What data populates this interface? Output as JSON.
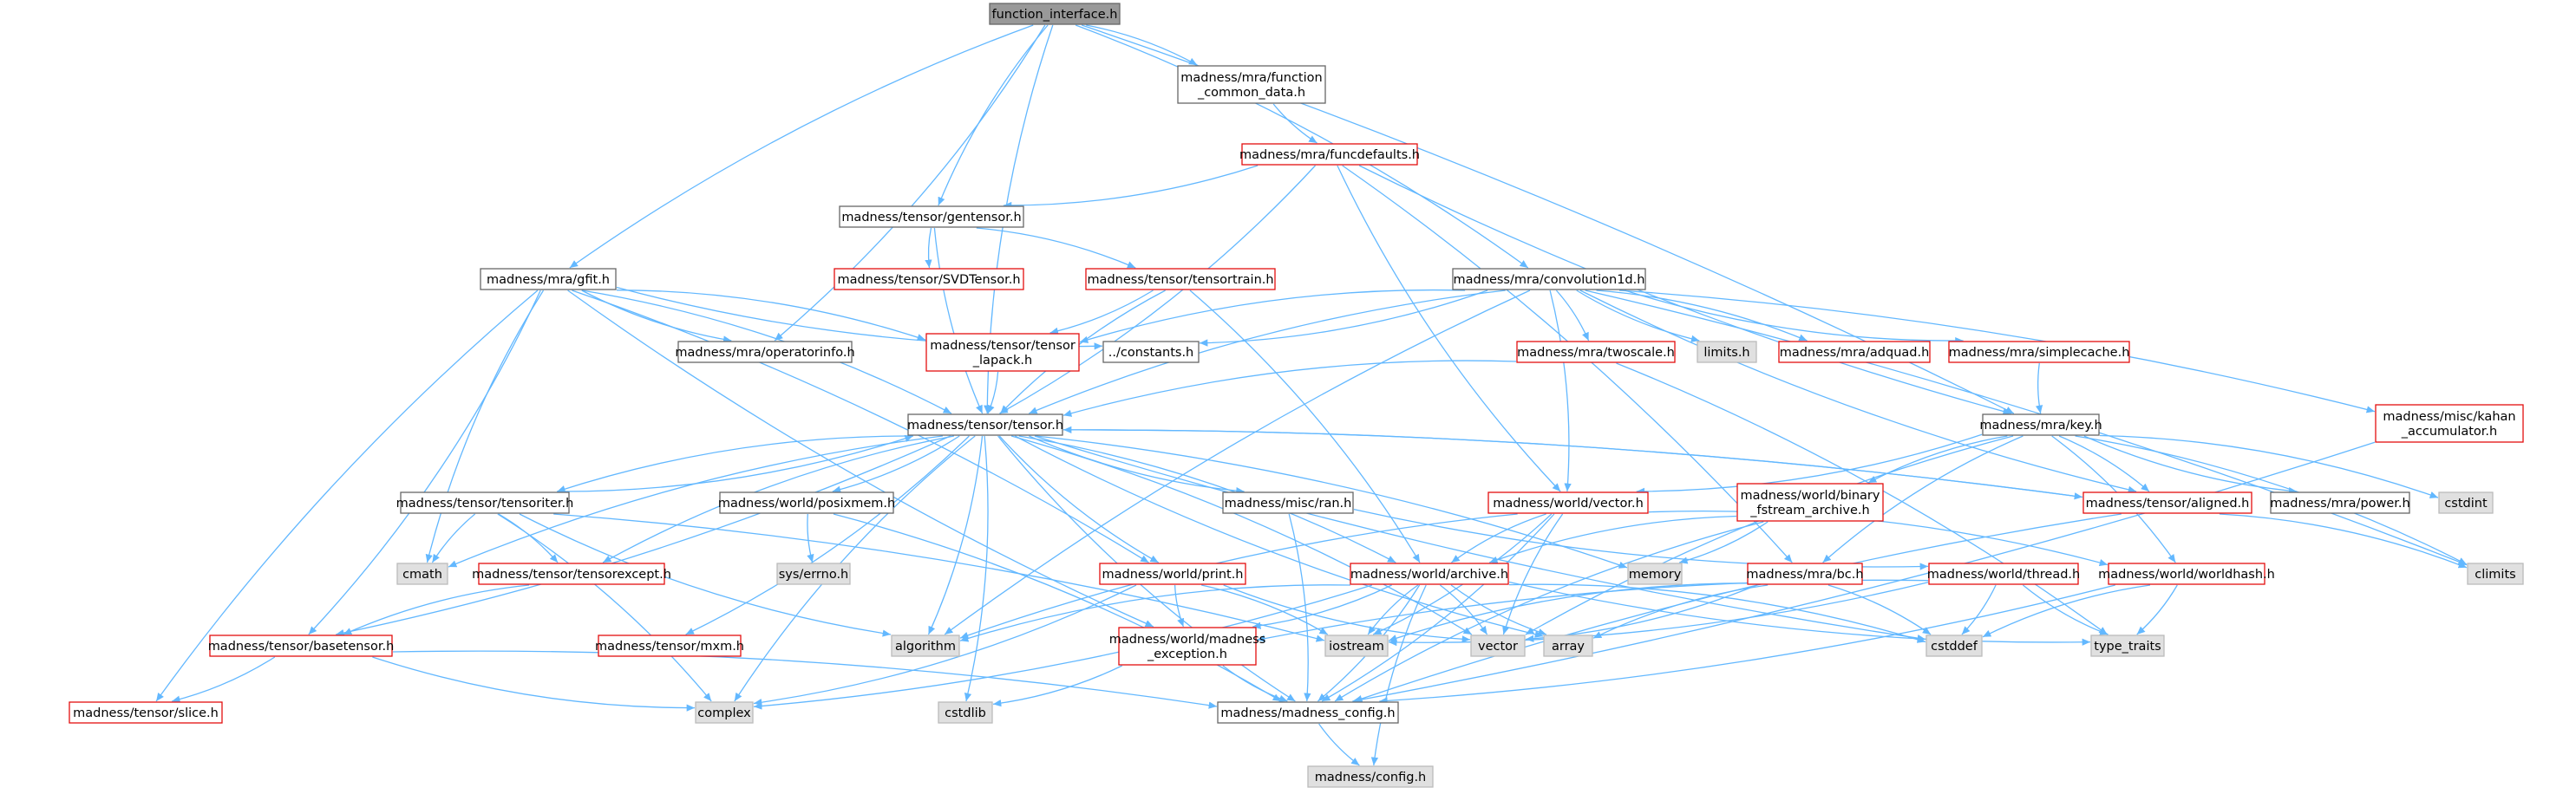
{
  "graph": {
    "colors": {
      "edge": "#63b8ff",
      "root_fill": "#999999",
      "doc_border": "#666666",
      "undoc_border": "#e30f0f",
      "system_fill": "#e0e0e0",
      "system_border": "#bbbbbb",
      "normal_fill": "#ffffff"
    },
    "nodes": [
      {
        "id": "root",
        "lines": [
          "function_interface.h"
        ],
        "kind": "root"
      },
      {
        "id": "fcd",
        "lines": [
          "madness/mra/function",
          "_common_data.h"
        ],
        "kind": "doc"
      },
      {
        "id": "funcdefaults",
        "lines": [
          "madness/mra/funcdefaults.h"
        ],
        "kind": "undoc"
      },
      {
        "id": "gentensor",
        "lines": [
          "madness/tensor/gentensor.h"
        ],
        "kind": "doc"
      },
      {
        "id": "svdtensor",
        "lines": [
          "madness/tensor/SVDTensor.h"
        ],
        "kind": "undoc"
      },
      {
        "id": "tensortrain",
        "lines": [
          "madness/tensor/tensortrain.h"
        ],
        "kind": "undoc"
      },
      {
        "id": "conv1d",
        "lines": [
          "madness/mra/convolution1d.h"
        ],
        "kind": "doc"
      },
      {
        "id": "gfit",
        "lines": [
          "madness/mra/gfit.h"
        ],
        "kind": "doc"
      },
      {
        "id": "operatorinfo",
        "lines": [
          "madness/mra/operatorinfo.h"
        ],
        "kind": "doc"
      },
      {
        "id": "lapack",
        "lines": [
          "madness/tensor/tensor",
          "_lapack.h"
        ],
        "kind": "undoc"
      },
      {
        "id": "constants",
        "lines": [
          "../constants.h"
        ],
        "kind": "doc"
      },
      {
        "id": "twoscale",
        "lines": [
          "madness/mra/twoscale.h"
        ],
        "kind": "undoc"
      },
      {
        "id": "limits",
        "lines": [
          "limits.h"
        ],
        "kind": "system"
      },
      {
        "id": "adquad",
        "lines": [
          "madness/mra/adquad.h"
        ],
        "kind": "undoc"
      },
      {
        "id": "simplecache",
        "lines": [
          "madness/mra/simplecache.h"
        ],
        "kind": "undoc"
      },
      {
        "id": "kahan",
        "lines": [
          "madness/misc/kahan",
          "_accumulator.h"
        ],
        "kind": "undoc"
      },
      {
        "id": "tensor",
        "lines": [
          "madness/tensor/tensor.h"
        ],
        "kind": "doc"
      },
      {
        "id": "key",
        "lines": [
          "madness/mra/key.h"
        ],
        "kind": "doc"
      },
      {
        "id": "tensoriter",
        "lines": [
          "madness/tensor/tensoriter.h"
        ],
        "kind": "doc"
      },
      {
        "id": "posixmem",
        "lines": [
          "madness/world/posixmem.h"
        ],
        "kind": "doc"
      },
      {
        "id": "ran",
        "lines": [
          "madness/misc/ran.h"
        ],
        "kind": "doc"
      },
      {
        "id": "wvector",
        "lines": [
          "madness/world/vector.h"
        ],
        "kind": "undoc"
      },
      {
        "id": "binary",
        "lines": [
          "madness/world/binary",
          "_fstream_archive.h"
        ],
        "kind": "undoc"
      },
      {
        "id": "aligned",
        "lines": [
          "madness/tensor/aligned.h"
        ],
        "kind": "undoc"
      },
      {
        "id": "power",
        "lines": [
          "madness/mra/power.h"
        ],
        "kind": "doc"
      },
      {
        "id": "cstdint",
        "lines": [
          "cstdint"
        ],
        "kind": "system"
      },
      {
        "id": "climits",
        "lines": [
          "climits"
        ],
        "kind": "system"
      },
      {
        "id": "cmath",
        "lines": [
          "cmath"
        ],
        "kind": "system"
      },
      {
        "id": "tensorexcept",
        "lines": [
          "madness/tensor/tensorexcept.h"
        ],
        "kind": "undoc"
      },
      {
        "id": "errno",
        "lines": [
          "sys/errno.h"
        ],
        "kind": "system"
      },
      {
        "id": "print",
        "lines": [
          "madness/world/print.h"
        ],
        "kind": "undoc"
      },
      {
        "id": "archive",
        "lines": [
          "madness/world/archive.h"
        ],
        "kind": "undoc"
      },
      {
        "id": "memory",
        "lines": [
          "memory"
        ],
        "kind": "system"
      },
      {
        "id": "bc",
        "lines": [
          "madness/mra/bc.h"
        ],
        "kind": "undoc"
      },
      {
        "id": "thread",
        "lines": [
          "madness/world/thread.h"
        ],
        "kind": "undoc"
      },
      {
        "id": "worldhash",
        "lines": [
          "madness/world/worldhash.h"
        ],
        "kind": "undoc"
      },
      {
        "id": "basetensor",
        "lines": [
          "madness/tensor/basetensor.h"
        ],
        "kind": "undoc"
      },
      {
        "id": "algorithm",
        "lines": [
          "algorithm"
        ],
        "kind": "system"
      },
      {
        "id": "mxm",
        "lines": [
          "madness/tensor/mxm.h"
        ],
        "kind": "undoc"
      },
      {
        "id": "mexcept",
        "lines": [
          "madness/world/madness",
          "_exception.h"
        ],
        "kind": "undoc"
      },
      {
        "id": "iostream",
        "lines": [
          "iostream"
        ],
        "kind": "system"
      },
      {
        "id": "vector",
        "lines": [
          "vector"
        ],
        "kind": "system"
      },
      {
        "id": "array",
        "lines": [
          "array"
        ],
        "kind": "system"
      },
      {
        "id": "cstddef",
        "lines": [
          "cstddef"
        ],
        "kind": "system"
      },
      {
        "id": "typetraits",
        "lines": [
          "type_traits"
        ],
        "kind": "system"
      },
      {
        "id": "slice",
        "lines": [
          "madness/tensor/slice.h"
        ],
        "kind": "undoc"
      },
      {
        "id": "complex",
        "lines": [
          "complex"
        ],
        "kind": "system"
      },
      {
        "id": "cstdlib",
        "lines": [
          "cstdlib"
        ],
        "kind": "system"
      },
      {
        "id": "mconfig",
        "lines": [
          "madness/madness_config.h"
        ],
        "kind": "doc"
      },
      {
        "id": "config",
        "lines": [
          "madness/config.h"
        ],
        "kind": "system"
      }
    ],
    "edges": [
      [
        "root",
        "fcd"
      ],
      [
        "root",
        "gentensor"
      ],
      [
        "root",
        "conv1d"
      ],
      [
        "root",
        "gfit"
      ],
      [
        "root",
        "operatorinfo"
      ],
      [
        "root",
        "tensor"
      ],
      [
        "root",
        "key"
      ],
      [
        "fcd",
        "funcdefaults"
      ],
      [
        "funcdefaults",
        "gentensor"
      ],
      [
        "funcdefaults",
        "key"
      ],
      [
        "funcdefaults",
        "tensor"
      ],
      [
        "funcdefaults",
        "wvector"
      ],
      [
        "funcdefaults",
        "bc"
      ],
      [
        "gentensor",
        "svdtensor"
      ],
      [
        "gentensor",
        "tensortrain"
      ],
      [
        "gentensor",
        "tensor"
      ],
      [
        "tensortrain",
        "lapack"
      ],
      [
        "tensortrain",
        "tensor"
      ],
      [
        "tensortrain",
        "archive"
      ],
      [
        "conv1d",
        "lapack"
      ],
      [
        "conv1d",
        "constants"
      ],
      [
        "conv1d",
        "tensor"
      ],
      [
        "conv1d",
        "twoscale"
      ],
      [
        "conv1d",
        "limits"
      ],
      [
        "conv1d",
        "adquad"
      ],
      [
        "conv1d",
        "simplecache"
      ],
      [
        "conv1d",
        "kahan"
      ],
      [
        "conv1d",
        "aligned"
      ],
      [
        "conv1d",
        "wvector"
      ],
      [
        "conv1d",
        "algorithm"
      ],
      [
        "conv1d",
        "climits"
      ],
      [
        "gfit",
        "operatorinfo"
      ],
      [
        "gfit",
        "lapack"
      ],
      [
        "gfit",
        "constants"
      ],
      [
        "gfit",
        "tensor"
      ],
      [
        "gfit",
        "cmath"
      ],
      [
        "gfit",
        "basetensor"
      ],
      [
        "gfit",
        "slice"
      ],
      [
        "gfit",
        "print"
      ],
      [
        "gfit",
        "mexcept"
      ],
      [
        "lapack",
        "tensor"
      ],
      [
        "twoscale",
        "tensor"
      ],
      [
        "twoscale",
        "typetraits"
      ],
      [
        "simplecache",
        "key"
      ],
      [
        "kahan",
        "mconfig"
      ],
      [
        "tensor",
        "tensoriter"
      ],
      [
        "tensor",
        "posixmem"
      ],
      [
        "tensor",
        "ran"
      ],
      [
        "tensor",
        "aligned"
      ],
      [
        "tensor",
        "tensorexcept"
      ],
      [
        "tensor",
        "basetensor"
      ],
      [
        "tensor",
        "cmath"
      ],
      [
        "tensor",
        "mxm"
      ],
      [
        "tensor",
        "complex"
      ],
      [
        "tensor",
        "cstdlib"
      ],
      [
        "tensor",
        "mconfig"
      ],
      [
        "tensor",
        "vector"
      ],
      [
        "tensor",
        "array"
      ],
      [
        "tensor",
        "archive"
      ],
      [
        "tensor",
        "print"
      ],
      [
        "tensor",
        "memory"
      ],
      [
        "tensor",
        "cstddef"
      ],
      [
        "tensor",
        "algorithm"
      ],
      [
        "tensoriter",
        "tensor"
      ],
      [
        "tensoriter",
        "tensorexcept"
      ],
      [
        "tensoriter",
        "cmath"
      ],
      [
        "tensoriter",
        "complex"
      ],
      [
        "tensoriter",
        "algorithm"
      ],
      [
        "tensoriter",
        "iostream"
      ],
      [
        "tensorexcept",
        "basetensor"
      ],
      [
        "basetensor",
        "slice"
      ],
      [
        "basetensor",
        "complex"
      ],
      [
        "basetensor",
        "mconfig"
      ],
      [
        "posixmem",
        "errno"
      ],
      [
        "posixmem",
        "mconfig"
      ],
      [
        "ran",
        "thread"
      ],
      [
        "ran",
        "mconfig"
      ],
      [
        "aligned",
        "tensor"
      ],
      [
        "aligned",
        "climits"
      ],
      [
        "aligned",
        "mconfig"
      ],
      [
        "key",
        "wvector"
      ],
      [
        "key",
        "binary"
      ],
      [
        "key",
        "aligned"
      ],
      [
        "key",
        "power"
      ],
      [
        "key",
        "cstdint"
      ],
      [
        "key",
        "bc"
      ],
      [
        "key",
        "worldhash"
      ],
      [
        "key",
        "vector"
      ],
      [
        "key",
        "climits"
      ],
      [
        "wvector",
        "archive"
      ],
      [
        "wvector",
        "worldhash"
      ],
      [
        "wvector",
        "vector"
      ],
      [
        "wvector",
        "iostream"
      ],
      [
        "wvector",
        "algorithm"
      ],
      [
        "wvector",
        "mconfig"
      ],
      [
        "binary",
        "archive"
      ],
      [
        "binary",
        "memory"
      ],
      [
        "binary",
        "mconfig"
      ],
      [
        "archive",
        "mexcept"
      ],
      [
        "archive",
        "iostream"
      ],
      [
        "archive",
        "vector"
      ],
      [
        "archive",
        "array"
      ],
      [
        "archive",
        "cstddef"
      ],
      [
        "archive",
        "typetraits"
      ],
      [
        "archive",
        "complex"
      ],
      [
        "archive",
        "config"
      ],
      [
        "archive",
        "mconfig"
      ],
      [
        "archive",
        "algorithm"
      ],
      [
        "print",
        "iostream"
      ],
      [
        "print",
        "vector"
      ],
      [
        "print",
        "complex"
      ],
      [
        "print",
        "mexcept"
      ],
      [
        "mexcept",
        "cstdlib"
      ],
      [
        "mexcept",
        "mconfig"
      ],
      [
        "bc",
        "vector"
      ],
      [
        "bc",
        "array"
      ],
      [
        "bc",
        "cstddef"
      ],
      [
        "bc",
        "iostream"
      ],
      [
        "thread",
        "cstddef"
      ],
      [
        "thread",
        "typetraits"
      ],
      [
        "thread",
        "iostream"
      ],
      [
        "thread",
        "mexcept"
      ],
      [
        "worldhash",
        "typetraits"
      ],
      [
        "worldhash",
        "cstddef"
      ],
      [
        "worldhash",
        "mconfig"
      ],
      [
        "mconfig",
        "config"
      ]
    ]
  }
}
